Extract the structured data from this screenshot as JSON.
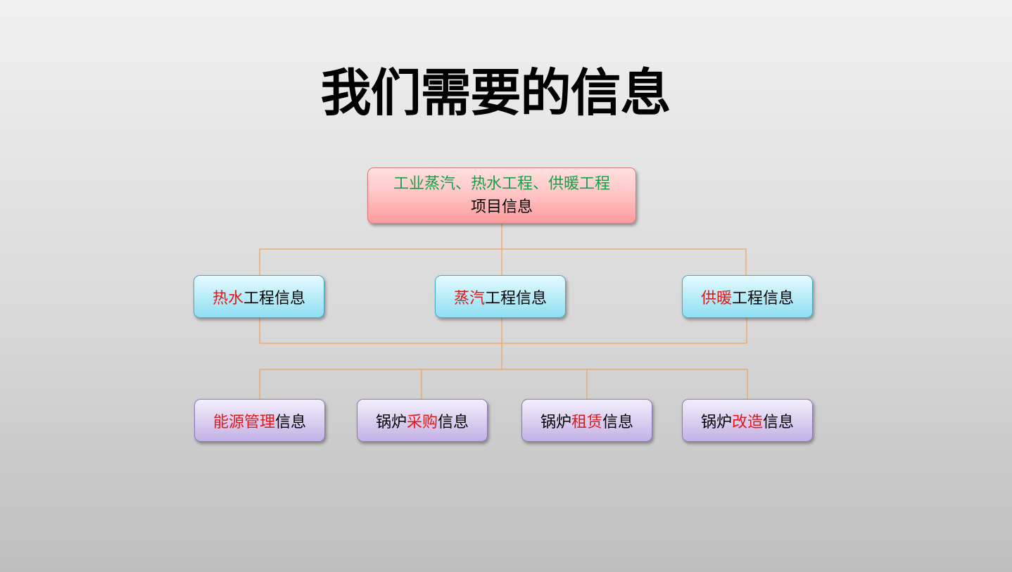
{
  "title": "我们需要的信息",
  "root": {
    "line1": "工业蒸汽、热水工程、供暖工程",
    "line2": "项目信息"
  },
  "mid": [
    {
      "highlight": "热水",
      "rest": "工程信息"
    },
    {
      "highlight": "蒸汽",
      "rest": "工程信息"
    },
    {
      "highlight": "供暖",
      "rest": "工程信息"
    }
  ],
  "bottom": [
    {
      "pre": "",
      "highlight": "能源管理",
      "post": "信息"
    },
    {
      "pre": "锅炉",
      "highlight": "采购",
      "post": "信息"
    },
    {
      "pre": "锅炉",
      "highlight": "租赁",
      "post": "信息"
    },
    {
      "pre": "锅炉",
      "highlight": "改造",
      "post": "信息"
    }
  ],
  "colors": {
    "highlight": "#e01818",
    "root_text": "#14a04a",
    "connector": "#f0a25a"
  }
}
